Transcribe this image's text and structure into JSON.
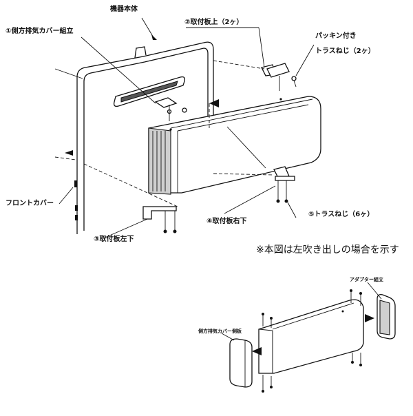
{
  "labels": {
    "unit_body": "機器本体",
    "side_exhaust_cover": "①側方排気カバー組立",
    "bracket_top": "②取付板上（2ヶ）",
    "packing": "パッキン付き",
    "truss_screw_2": "トラスねじ（2ヶ）",
    "front_cover": "フロントカバー",
    "bracket_bottom_left": "③取付板左下",
    "bracket_bottom_right": "④取付板右下",
    "truss_screw_6": "⑤トラスねじ（6ヶ）",
    "adapter": "アダプター組立",
    "side_cover_plate": "側方排気カバー側板"
  },
  "note": "※本図は左吹き出しの場合を示す"
}
